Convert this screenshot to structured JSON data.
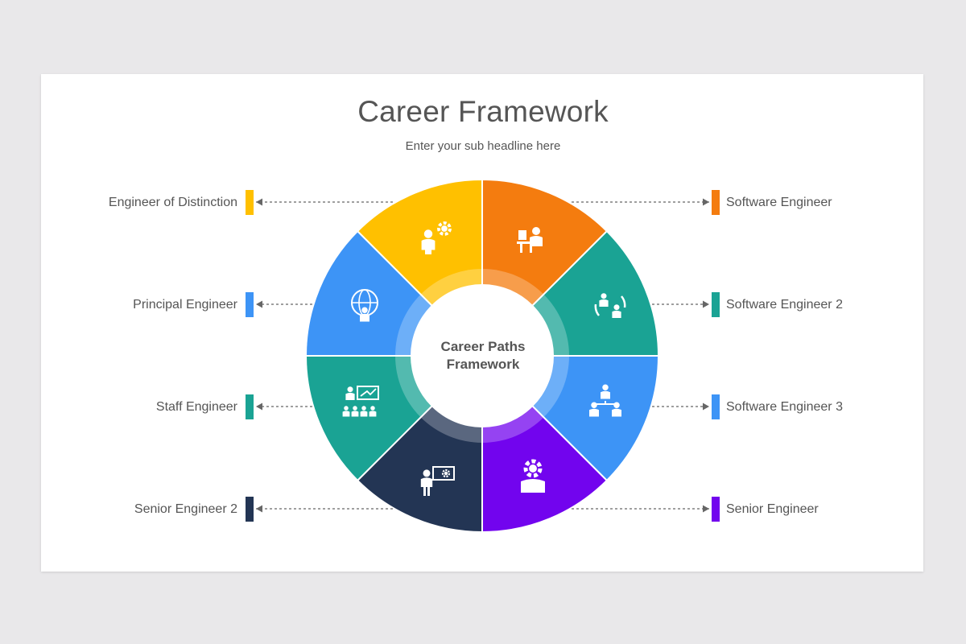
{
  "title": "Career Framework",
  "subtitle": "Enter your sub headline here",
  "center": {
    "line1": "Career Paths",
    "line2": "Framework"
  },
  "left_items": [
    {
      "label": "Engineer of Distinction",
      "color": "#ffc000"
    },
    {
      "label": "Principal Engineer",
      "color": "#3d94f6"
    },
    {
      "label": "Staff Engineer",
      "color": "#1aa394"
    },
    {
      "label": "Senior Engineer 2",
      "color": "#233554"
    }
  ],
  "right_items": [
    {
      "label": "Software Engineer",
      "color": "#f47c0f"
    },
    {
      "label": "Software Engineer 2",
      "color": "#1aa394"
    },
    {
      "label": "Software Engineer 3",
      "color": "#3d94f6"
    },
    {
      "label": "Senior Engineer",
      "color": "#7204ee"
    }
  ],
  "segments": [
    {
      "color": "#f47c0f",
      "icon": "engineer-desk-icon"
    },
    {
      "color": "#1aa394",
      "icon": "team-rotation-icon"
    },
    {
      "color": "#3d94f6",
      "icon": "hierarchy-icon"
    },
    {
      "color": "#7204ee",
      "icon": "engineer-gear-icon"
    },
    {
      "color": "#233554",
      "icon": "presenter-board-icon"
    },
    {
      "color": "#1aa394",
      "icon": "classroom-icon"
    },
    {
      "color": "#3d94f6",
      "icon": "global-person-icon"
    },
    {
      "color": "#ffc000",
      "icon": "person-gear-icon"
    }
  ]
}
